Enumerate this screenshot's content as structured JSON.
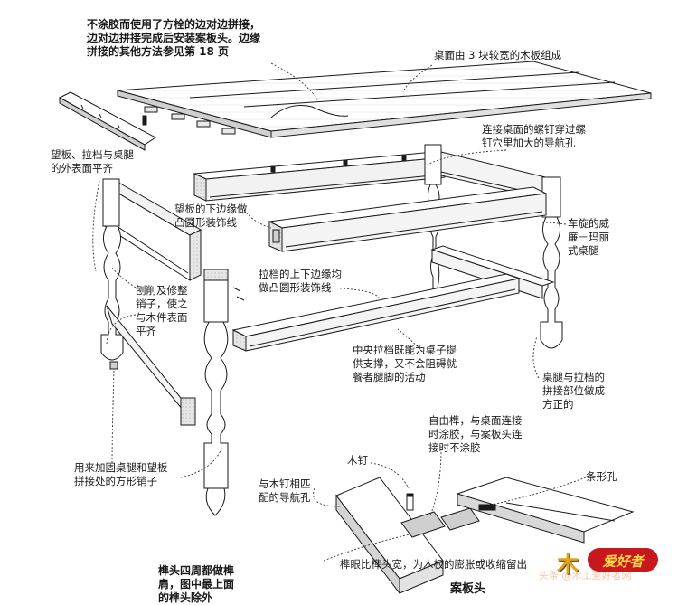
{
  "labels": {
    "note_top": "不涂胶而使用了方栓的边对边拼接，\n边对边拼接完成后安装案板头。边缘\n拼接的其他方法参见第 18 页",
    "top_boards": "桌面由 3 块较宽的木板组成",
    "screws": "连接桌面的螺钉穿过螺\n钉穴里加大的导航孔",
    "flush": "望板、拉档与桌腿\n的外表面平齐",
    "apron_bead": "望板的下边缘做\n凸圆形装饰线",
    "turned_leg": "车旋的威\n廉－玛丽\n式桌腿",
    "stretcher_bead": "拉档的上下边缘均\n做凸圆形装饰线",
    "pin_trim": "刨削及修整\n销子，使之\n与木件表面\n平齐",
    "center_stretcher": "中央拉档既能为桌子提\n供支撑，又不会阻碍就\n餐者腿脚的活动",
    "leg_joint": "桌腿与拉档的\n拼接部位做成\n方正的",
    "free_tenon": "自由榫，与桌面连接\n时涂胶，与案板头连\n接时不涂胶",
    "square_pins": "用来加固桌腿和望板\n拼接处的方形销子",
    "wood_nail": "木钉",
    "slot": "条形孔",
    "pilot_hole": "与木钉相匹\n配的导航孔",
    "tenon_note": "榫头四周都做榫\n肩，图中最上面\n的榫头除外",
    "mortise_width": "榫眼比榫头宽，为木板的膨胀或收缩留出",
    "breadboard_end": "案板头"
  },
  "watermark": {
    "logo_char": "木",
    "logo_text": "爱好者",
    "faint": "头条 @木工爱好者网"
  },
  "colors": {
    "line": "#1a1a1a",
    "wood": "#ffffff",
    "wood_shade": "#d9d9d9",
    "wood_dark": "#9a9a9a"
  }
}
